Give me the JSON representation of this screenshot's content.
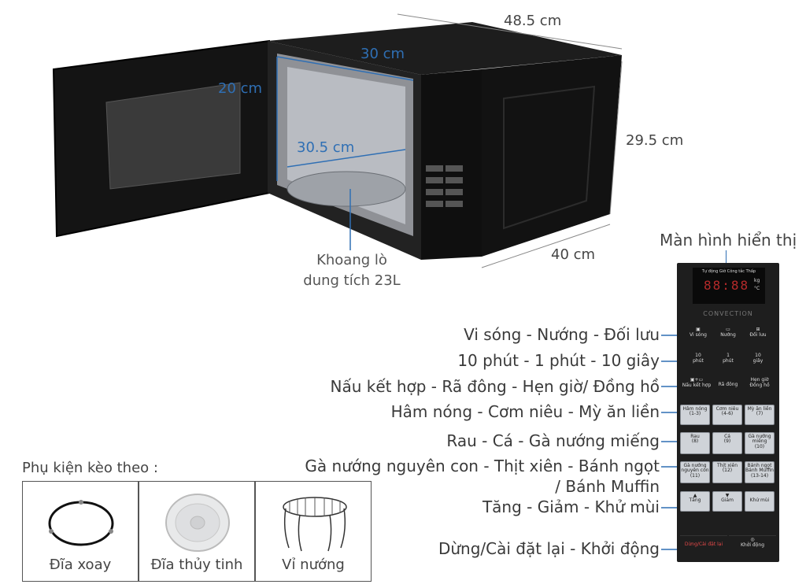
{
  "dimensions": {
    "width": "48.5 cm",
    "height": "29.5 cm",
    "depth": "40 cm",
    "cavity_width": "30 cm",
    "cavity_height": "20 cm",
    "cavity_depth": "30.5 cm"
  },
  "cavity_note": [
    "Khoang lò",
    "dung tích 23L"
  ],
  "display_label": "Màn hình hiển thị",
  "callouts": [
    "Vi sóng - Nướng - Đối lưu",
    "10 phút - 1 phút - 10 giây",
    "Nấu kết hợp - Rã đông - Hẹn giờ/ Đồng hồ",
    "Hâm nóng - Cơm niêu - Mỳ ăn liền",
    "Rau - Cá - Gà nướng miếng",
    "Gà nướng nguyên con - Thịt xiên - Bánh ngọt",
    "/ Bánh Muffin",
    "Tăng - Giảm - Khử mùi",
    "Dừng/Cài đặt lại - Khởi động"
  ],
  "panel": {
    "brand_line": "CONVECTION",
    "display_top": "Tự động  Giờ  Công tắc  Thấp",
    "display_digits": "88:88",
    "display_units": [
      "kg",
      "°C"
    ],
    "buttons": {
      "row1": [
        "Vi sóng",
        "Nướng",
        "Đối lưu"
      ],
      "row2": [
        "10\nphút",
        "1\nphút",
        "10\ngiây"
      ],
      "row3": [
        "Nấu kết hợp",
        "Rã đông",
        "Hẹn giờ\nĐồng hồ"
      ],
      "row4": [
        "Hâm nóng\n(1-3)",
        "Cơm niêu\n(4-6)",
        "Mỳ ăn liền\n(7)"
      ],
      "row5": [
        "Rau\n(8)",
        "Cá\n(9)",
        "Gà nướng\nmiếng\n(10)"
      ],
      "row6": [
        "Gà nướng\nnguyên con\n(11)",
        "Thịt xiên\n(12)",
        "Bánh ngọt\nBánh Muffin\n(13-14)"
      ],
      "row7": [
        "▲\nTăng",
        "▼\nGiảm",
        "Khử mùi"
      ],
      "row8": [
        "Dừng/Cài đặt lại",
        "Khởi động"
      ]
    }
  },
  "accessories": {
    "title": "Phụ kiện kèo theo :",
    "items": [
      "Đĩa xoay",
      "Đĩa thủy tinh",
      "Vỉ nướng"
    ]
  }
}
